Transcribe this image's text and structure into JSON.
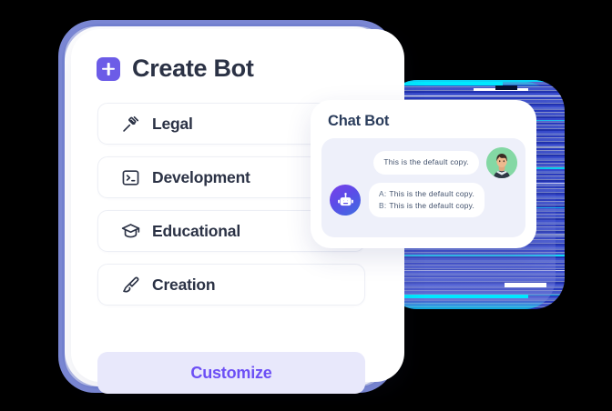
{
  "card": {
    "title": "Create Bot",
    "plus_icon": "plus-icon",
    "options": [
      {
        "label": "Legal",
        "icon": "gavel-icon"
      },
      {
        "label": "Development",
        "icon": "terminal-icon"
      },
      {
        "label": "Educational",
        "icon": "graduation-cap-icon"
      },
      {
        "label": "Creation",
        "icon": "paintbrush-icon"
      }
    ],
    "customize_label": "Customize"
  },
  "chat": {
    "title": "Chat Bot",
    "user_message": "This is the default copy.",
    "bot_messages": [
      {
        "label": "A:",
        "text": "This is the default copy."
      },
      {
        "label": "B:",
        "text": "This is the default copy."
      }
    ],
    "user_avatar": "user-avatar",
    "bot_avatar": "robot-avatar"
  },
  "colors": {
    "accent_purple": "#6c5ce7",
    "customize_text": "#6c4ff5",
    "customize_bg": "#e8e8fb",
    "frame_border": "#7b88d4",
    "text_dark": "#2b3245",
    "chat_panel_bg": "#eef0fa",
    "avatar_green": "#7fd6a2",
    "glitch_cyan": "#00e8ff"
  }
}
